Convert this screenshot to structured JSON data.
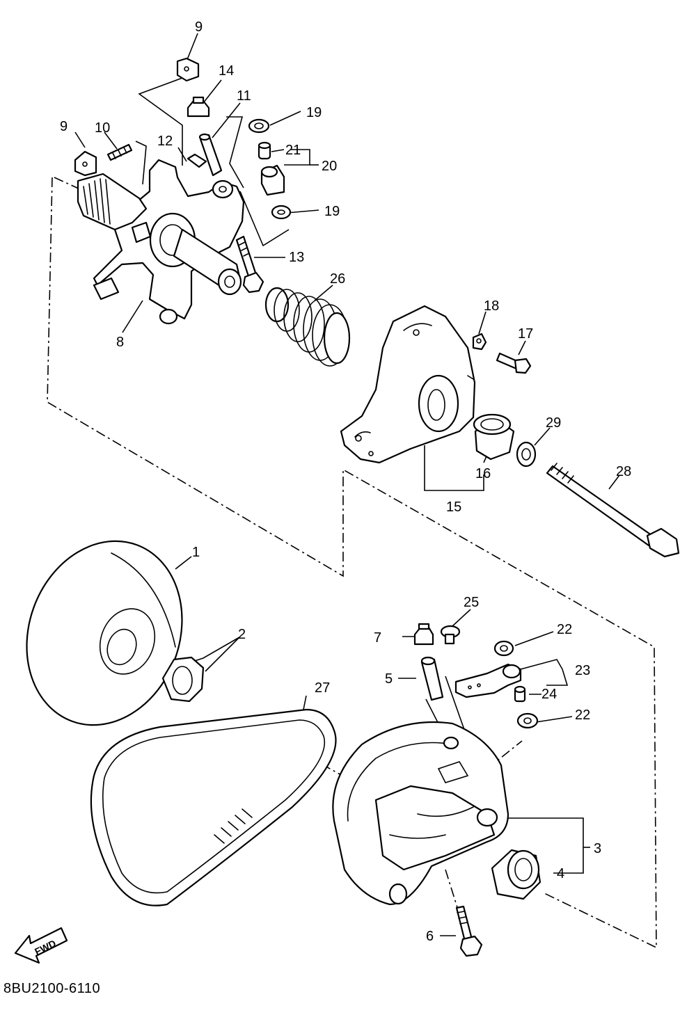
{
  "callouts": {
    "c1": "1",
    "c2": "2",
    "c3": "3",
    "c4": "4",
    "c5": "5",
    "c6": "6",
    "c7": "7",
    "c8": "8",
    "c9a": "9",
    "c9b": "9",
    "c10": "10",
    "c11": "11",
    "c12": "12",
    "c13": "13",
    "c14": "14",
    "c15": "15",
    "c16": "16",
    "c17": "17",
    "c18": "18",
    "c19a": "19",
    "c19b": "19",
    "c20": "20",
    "c21": "21",
    "c22a": "22",
    "c22b": "22",
    "c23": "23",
    "c24": "24",
    "c25": "25",
    "c26": "26",
    "c27": "27",
    "c28": "28",
    "c29": "29"
  },
  "direction_label": "FWD",
  "drawing_code": "8BU2100-6110"
}
